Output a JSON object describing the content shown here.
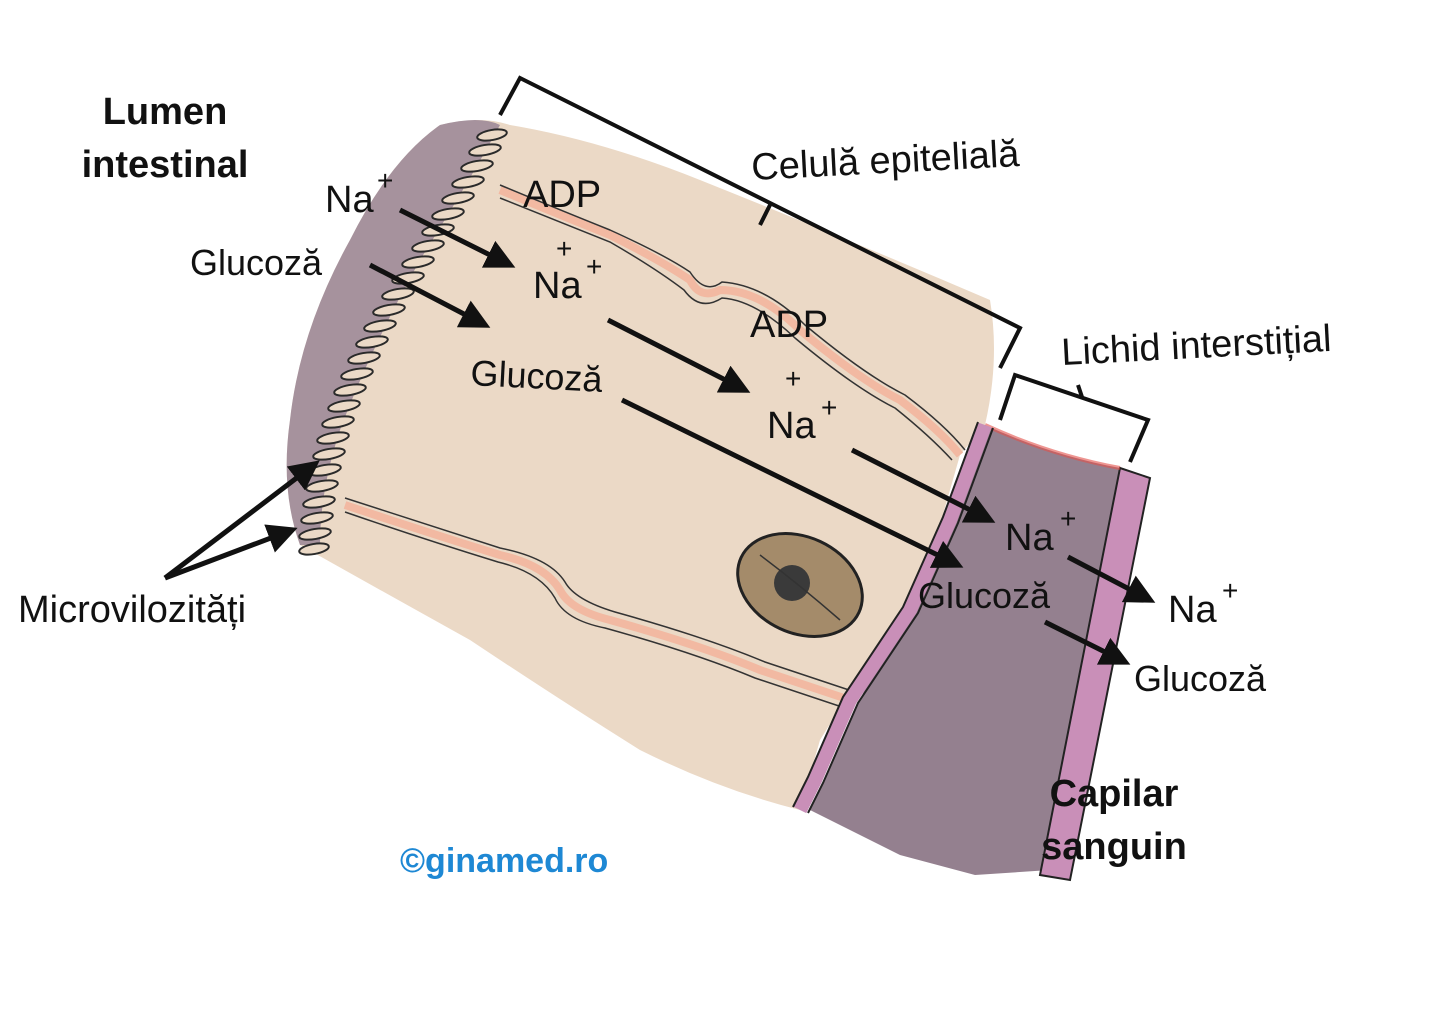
{
  "title_lumen": [
    "Lumen",
    "intestinal"
  ],
  "title_capillary": [
    "Capilar",
    "sanguin"
  ],
  "label_cell": "Celulă epitelială",
  "label_interstitial": "Lichid interstițial",
  "label_microvilli": "Microvilozități",
  "ion_na": "Na",
  "ion_plus": "+",
  "glucose": "Glucoză",
  "adp": "ADP",
  "copyright": "©ginamed.ro",
  "colors": {
    "cell": "#ebd9c6",
    "lumen_edge": "#8f7a8f",
    "interstitial": "#94808f",
    "capillary_wall": "#c98fb8",
    "membrane": "#f2b9a2",
    "nucleus": "#a48b6a",
    "copyright": "#1e88d4"
  }
}
